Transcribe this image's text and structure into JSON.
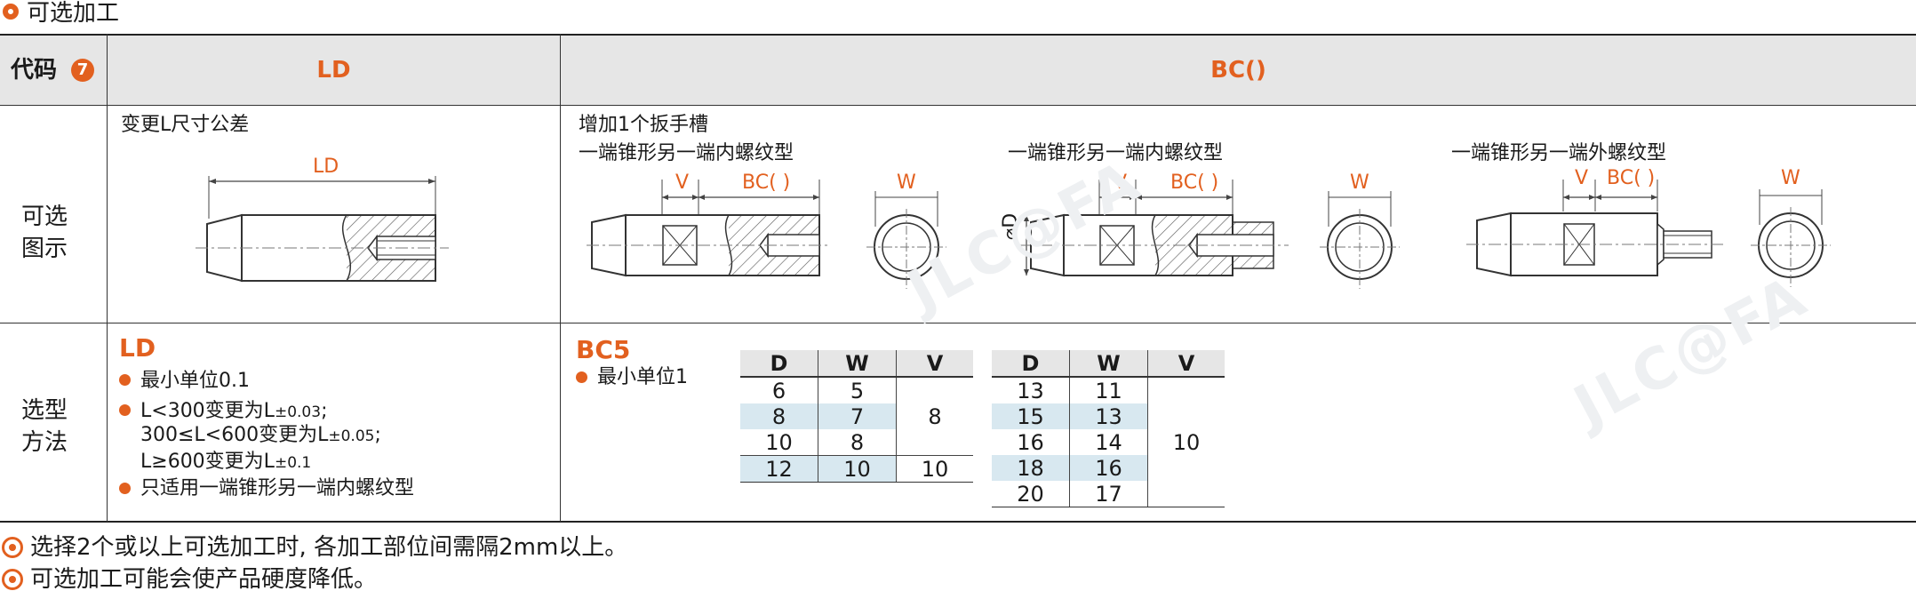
{
  "section_title": "可选加工",
  "header": {
    "code_label": "代码",
    "code_badge": "7",
    "col_ld": "LD",
    "col_bc": "BC()"
  },
  "row_labels": {
    "diagram": [
      "可选",
      "图示"
    ],
    "selection": [
      "选型",
      "方法"
    ]
  },
  "ld_diagram": {
    "caption": "变更L尺寸公差",
    "dim_label": "LD"
  },
  "bc_diagram": {
    "caption": "增加1个扳手槽",
    "types": [
      "一端锥形另一端内螺纹型",
      "一端锥形另一端内螺纹型",
      "一端锥形另一端外螺纹型"
    ],
    "dim_v": "V",
    "dim_bc": "BC( )",
    "dim_w": "W",
    "dim_d": "D"
  },
  "ld_selection": {
    "code": "LD",
    "bullets": [
      {
        "text": "最小单位0.1"
      },
      {
        "lines": [
          {
            "main": "L<300变更为L",
            "sub": "±0.03",
            "tail": ";"
          },
          {
            "main": "300≤L<600变更为L",
            "sub": "±0.05",
            "tail": ";"
          },
          {
            "main": "L≥600变更为L",
            "sub": "±0.1",
            "tail": ""
          }
        ]
      },
      {
        "text": "只适用一端锥形另一端内螺纹型"
      }
    ]
  },
  "bc_selection": {
    "code": "BC5",
    "bullet": "最小单位1",
    "table1": {
      "headers": [
        "D",
        "W",
        "V"
      ],
      "rows": [
        [
          "6",
          "5"
        ],
        [
          "8",
          "7"
        ],
        [
          "10",
          "8"
        ],
        [
          "12",
          "10",
          "10"
        ]
      ],
      "merged_v": "8"
    },
    "table2": {
      "headers": [
        "D",
        "W",
        "V"
      ],
      "rows": [
        [
          "13",
          "11"
        ],
        [
          "15",
          "13"
        ],
        [
          "16",
          "14"
        ],
        [
          "18",
          "16"
        ],
        [
          "20",
          "17"
        ]
      ],
      "merged_v": "10"
    }
  },
  "notes": [
    "选择2个或以上可选加工时, 各加工部位间需隔2mm以上。",
    "可选加工可能会使产品硬度降低。"
  ],
  "watermark": "JLC@FA",
  "colors": {
    "accent": "#e2601f",
    "header_bg": "#e6e6e6",
    "highlight": "#d8e8f0"
  }
}
